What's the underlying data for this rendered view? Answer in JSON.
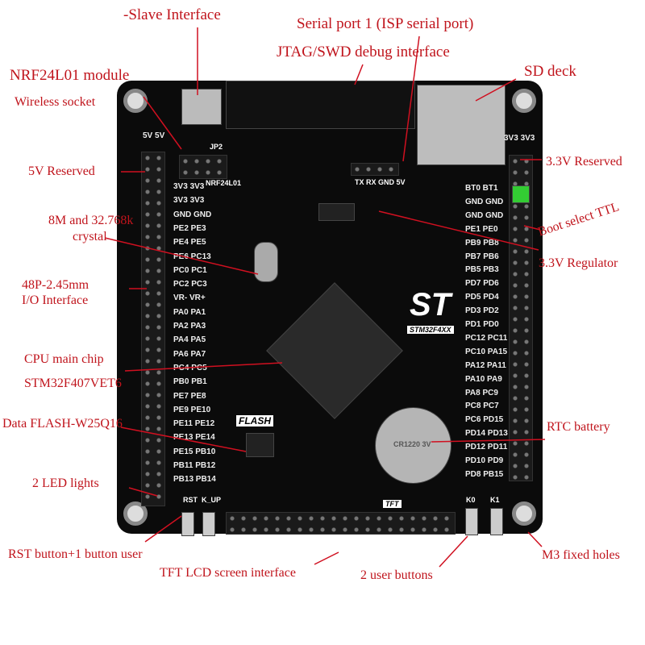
{
  "annotations": {
    "slave": "-Slave Interface",
    "serial": "Serial port 1 (ISP serial port)",
    "jtag": "JTAG/SWD debug interface",
    "nrf": "NRF24L01 module",
    "wireless": "Wireless socket",
    "sd": "SD deck",
    "v5": "5V Reserved",
    "v33": "3.3V Reserved",
    "crystal1": "8M and 32.768k",
    "crystal2": "crystal",
    "boot": "Boot select TTL",
    "regulator": "3.3V Regulator",
    "io1": "48P-2.45mm",
    "io2": "I/O Interface",
    "cpu1": "CPU main chip",
    "cpu2": "STM32F407VET6",
    "flash": "Data FLASH-W25Q16",
    "rtc": "RTC battery",
    "led": "2 LED lights",
    "rst": "RST button+1 button user",
    "tft": "TFT LCD screen interface",
    "userbtn": "2 user buttons",
    "holes": "M3 fixed holes"
  },
  "board": {
    "left_pins": [
      "3V3 3V3",
      "3V3 3V3",
      "GND GND",
      "PE2 PE3",
      "PE4 PE5",
      "PE6 PC13",
      "PC0 PC1",
      "PC2 PC3",
      "VR- VR+",
      "PA0 PA1",
      "PA2 PA3",
      "PA4 PA5",
      "PA6 PA7",
      "PC4 PC5",
      "PB0 PB1",
      "PE7 PE8",
      "PE9 PE10",
      "PE11 PE12",
      "PE13 PE14",
      "PE15 PB10",
      "PB11 PB12",
      "PB13 PB14"
    ],
    "right_pins": [
      "BT0 BT1",
      "GND GND",
      "GND GND",
      "PE1 PE0",
      "PB9 PB8",
      "PB7 PB6",
      "PB5 PB3",
      "PD7 PD6",
      "PD5 PD4",
      "PD3 PD2",
      "PD1 PD0",
      "PC12 PC11",
      "PC10 PA15",
      "PA12 PA11",
      "PA10 PA9",
      "PA8 PC9",
      "PC8 PC7",
      "PC6 PD15",
      "PD14 PD13",
      "PD12 PD11",
      "PD10 PD9",
      "PD8 PB15"
    ],
    "top_left_pins": "5V 5V",
    "top_right_pins": "3V3 3V3",
    "jp2": "JP2",
    "nrf_silk": "NRF24L01",
    "serial_pins": "TX RX GND 5V",
    "st_logo": "ST",
    "series": "STM32F4XX",
    "flash_silk": "FLASH",
    "tft_silk": "TFT",
    "battery": "CR1220 3V",
    "rst_silk": "RST",
    "kup_silk": "K_UP",
    "k0": "K0",
    "k1": "K1"
  }
}
